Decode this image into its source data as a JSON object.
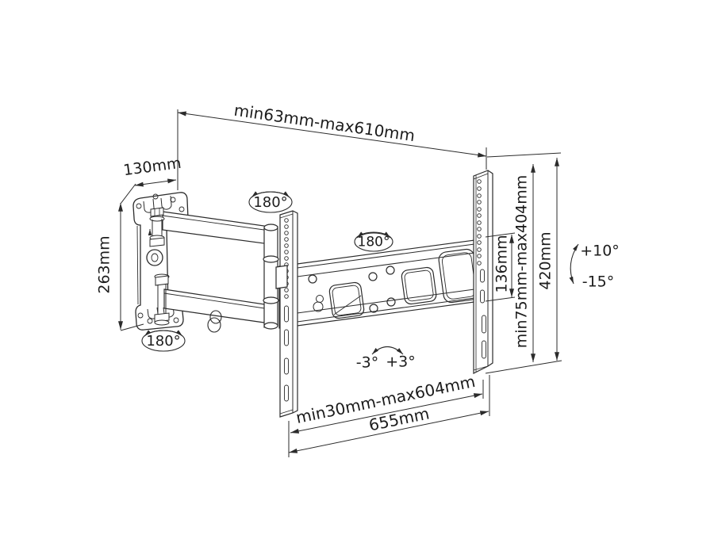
{
  "colors": {
    "line": "#2b2b2b",
    "text": "#1c1c1c",
    "background": "#ffffff"
  },
  "dimensions": {
    "top_extension": "min63mm-max610mm",
    "wall_plate_width": "130mm",
    "wall_plate_height": "263mm",
    "rail_hole_spacing": "136mm",
    "vesa_vertical_range": "min75mm-max404mm",
    "bracket_height": "420mm",
    "vesa_horizontal_range": "min30mm-max604mm",
    "bracket_width": "655mm"
  },
  "angles": {
    "swivel_wall_joint": "180°",
    "swivel_arm_joint": "180°",
    "swivel_base_joint": "180°",
    "tilt_up": "+10°",
    "tilt_down": "-15°",
    "level_adjust_left": "-3°",
    "level_adjust_right": "+3°"
  }
}
